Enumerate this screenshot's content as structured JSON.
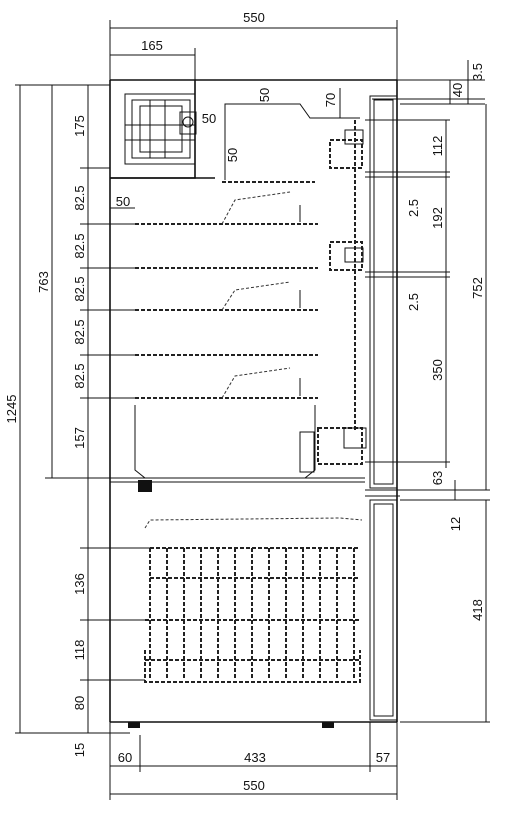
{
  "dimensions": {
    "top_total_width": "550",
    "top_compressor_width": "165",
    "top_3_5": "3.5",
    "top_40": "40",
    "top_70": "70",
    "top_50_a": "50",
    "top_50_b": "50",
    "top_50_c": "50",
    "left_175": "175",
    "left_825_1": "82.5",
    "left_825_2": "82.5",
    "left_825_3": "82.5",
    "left_825_4": "82.5",
    "left_825_5": "82.5",
    "left_157": "157",
    "left_763": "763",
    "left_1245": "1245",
    "left_50": "50",
    "right_112": "112",
    "right_25_a": "2.5",
    "right_192": "192",
    "right_25_b": "2.5",
    "right_350": "350",
    "right_63": "63",
    "right_752": "752",
    "right_12": "12",
    "right_418": "418",
    "lower_136": "136",
    "lower_118": "118",
    "lower_80": "80",
    "lower_15": "15",
    "bottom_60": "60",
    "bottom_433": "433",
    "bottom_57": "57",
    "bottom_total_width": "550"
  }
}
